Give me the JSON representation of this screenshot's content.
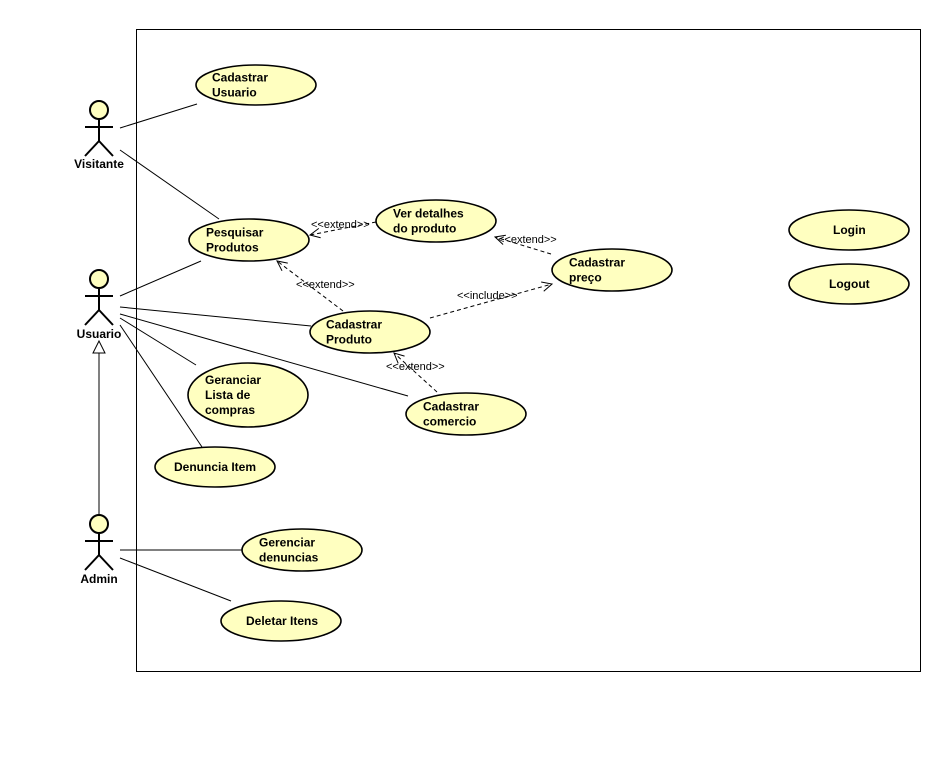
{
  "actors": [
    {
      "id": "visitante",
      "name": "Visitante"
    },
    {
      "id": "usuario",
      "name": "Usuario"
    },
    {
      "id": "admin",
      "name": "Admin"
    }
  ],
  "use_cases": [
    {
      "id": "cadastrar-usuario",
      "lines": [
        "Cadastrar",
        "Usuario"
      ]
    },
    {
      "id": "pesquisar-produtos",
      "lines": [
        "Pesquisar",
        "Produtos"
      ]
    },
    {
      "id": "ver-detalhes",
      "lines": [
        "Ver detalhes",
        "do produto"
      ]
    },
    {
      "id": "cadastrar-preco",
      "lines": [
        "Cadastrar",
        "preço"
      ]
    },
    {
      "id": "cadastrar-produto",
      "lines": [
        "Cadastrar",
        "Produto"
      ]
    },
    {
      "id": "cadastrar-comercio",
      "lines": [
        "Cadastrar",
        "comercio"
      ]
    },
    {
      "id": "gerenciar-lista",
      "lines": [
        "Geranciar",
        "Lista de",
        "compras"
      ]
    },
    {
      "id": "denuncia-item",
      "lines": [
        "Denuncia Item"
      ]
    },
    {
      "id": "gerenciar-denuncias",
      "lines": [
        "Gerenciar",
        "denuncias"
      ]
    },
    {
      "id": "deletar-itens",
      "lines": [
        "Deletar Itens"
      ]
    },
    {
      "id": "login",
      "lines": [
        "Login"
      ]
    },
    {
      "id": "logout",
      "lines": [
        "Logout"
      ]
    }
  ],
  "associations": [
    {
      "from": "visitante",
      "to": "cadastrar-usuario"
    },
    {
      "from": "visitante",
      "to": "pesquisar-produtos"
    },
    {
      "from": "usuario",
      "to": "pesquisar-produtos"
    },
    {
      "from": "usuario",
      "to": "cadastrar-produto"
    },
    {
      "from": "usuario",
      "to": "cadastrar-comercio"
    },
    {
      "from": "usuario",
      "to": "gerenciar-lista"
    },
    {
      "from": "usuario",
      "to": "denuncia-item"
    },
    {
      "from": "admin",
      "to": "gerenciar-denuncias"
    },
    {
      "from": "admin",
      "to": "deletar-itens"
    }
  ],
  "generalizations": [
    {
      "child": "admin",
      "parent": "usuario"
    }
  ],
  "dependencies": [
    {
      "from": "ver-detalhes",
      "to": "pesquisar-produtos",
      "stereotype": "<<extend>>"
    },
    {
      "from": "cadastrar-preco",
      "to": "ver-detalhes",
      "stereotype": "<<extend>>"
    },
    {
      "from": "cadastrar-produto",
      "to": "pesquisar-produtos",
      "stereotype": "<<extend>>"
    },
    {
      "from": "cadastrar-produto",
      "to": "cadastrar-preco",
      "stereotype": "<<include>>"
    },
    {
      "from": "cadastrar-comercio",
      "to": "cadastrar-produto",
      "stereotype": "<<extend>>"
    }
  ]
}
